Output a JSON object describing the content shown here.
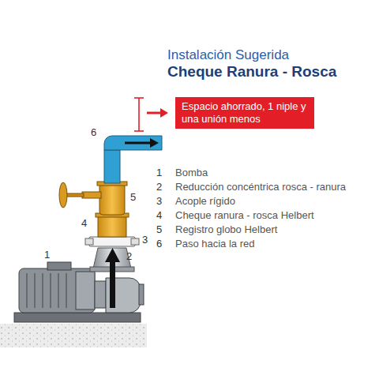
{
  "diagram": {
    "title": "Instalación Sugerida",
    "nodes": [
      {
        "text": [
          "Espacio ahorrado, 1 niple y una unión menos"
        ]
      }
    ],
    "labels": [
      "Cheque Ranura - Rosca",
      "1",
      "Bomba",
      "2",
      "Reducción concéntrica rosca - ranura",
      "3",
      "Acople rígido",
      "4",
      "Cheque ranura - rosca Helbert",
      "5",
      "Registro globo Helbert",
      "6",
      "Paso hacia la red",
      "6",
      "5",
      "4",
      "3",
      "2",
      "1"
    ]
  }
}
